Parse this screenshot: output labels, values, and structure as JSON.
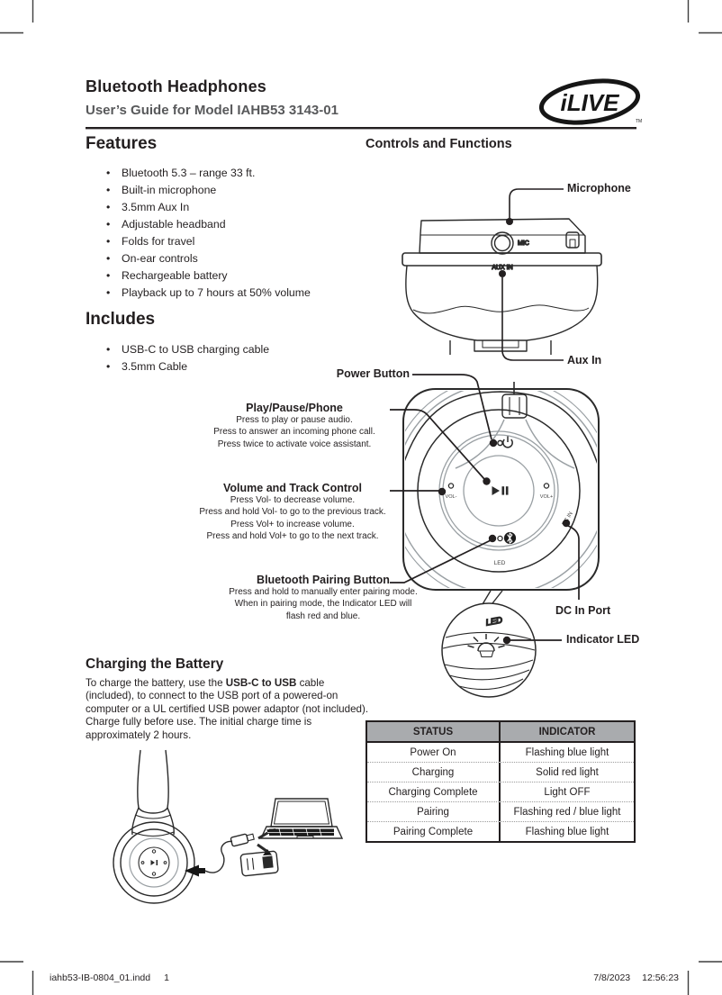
{
  "page": {
    "title": "Bluetooth Headphones",
    "subtitle": "User’s Guide for Model IAHB53 3143-01",
    "brand": "iLIVE",
    "brand_tm": "TM"
  },
  "features": {
    "heading": "Features",
    "items": [
      "Bluetooth 5.3 – range 33 ft.",
      "Built-in microphone",
      "3.5mm Aux In",
      "Adjustable headband",
      "Folds for travel",
      "On-ear controls",
      "Rechargeable battery",
      "Playback up to 7 hours at 50% volume"
    ]
  },
  "includes": {
    "heading": "Includes",
    "items": [
      "USB-C to USB charging cable",
      "3.5mm Cable"
    ]
  },
  "controls": {
    "heading": "Controls and Functions",
    "labels": {
      "microphone": "Microphone",
      "aux_in": "Aux In",
      "power": "Power Button",
      "play": {
        "title": "Play/Pause/Phone",
        "lines": [
          "Press to play or pause audio.",
          "Press to answer an incoming phone call.",
          "Press twice to activate voice assistant."
        ]
      },
      "volume": {
        "title": "Volume and Track Control",
        "lines": [
          "Press Vol- to decrease volume.",
          "Press and hold Vol- to go to the previous track.",
          "Press Vol+ to increase volume.",
          "Press and hold Vol+ to go to the next track."
        ]
      },
      "pairing": {
        "title": "Bluetooth Pairing Button",
        "lines": [
          "Press and hold to manually enter pairing mode.",
          "When in pairing mode, the Indicator LED will",
          "flash red and blue."
        ]
      },
      "dc_in": "DC In Port",
      "indicator_led": "Indicator LED"
    },
    "diagram_text": {
      "mic": "MIC",
      "aux_in": "AUX IN",
      "vol_minus": "VOL-",
      "vol_plus": "VOL+",
      "led": "LED",
      "dc_in": "DC IN",
      "led_zoom": "LED"
    }
  },
  "charging": {
    "heading": "Charging the Battery",
    "body_pre": "To charge the battery, use the ",
    "body_bold": "USB-C to USB",
    "body_post": " cable (included), to connect to the USB port of a powered-on computer or a UL certified USB power adaptor (not included). Charge fully before use. The initial charge time is approximately 2 hours."
  },
  "status_table": {
    "headers": [
      "STATUS",
      "INDICATOR"
    ],
    "rows": [
      [
        "Power On",
        "Flashing blue light"
      ],
      [
        "Charging",
        "Solid red light"
      ],
      [
        "Charging Complete",
        "Light OFF"
      ],
      [
        "Pairing",
        "Flashing red / blue light"
      ],
      [
        "Pairing Complete",
        "Flashing blue light"
      ]
    ]
  },
  "footer": {
    "file": "iahb53-IB-0804_01.indd",
    "page": "1",
    "date": "7/8/2023",
    "time": "12:56:23"
  },
  "colors": {
    "table_header_bg": "#a9abae",
    "subtitle_gray": "#58595b",
    "line_black": "#231f20",
    "diagram_gray": "#9aa0a4"
  }
}
